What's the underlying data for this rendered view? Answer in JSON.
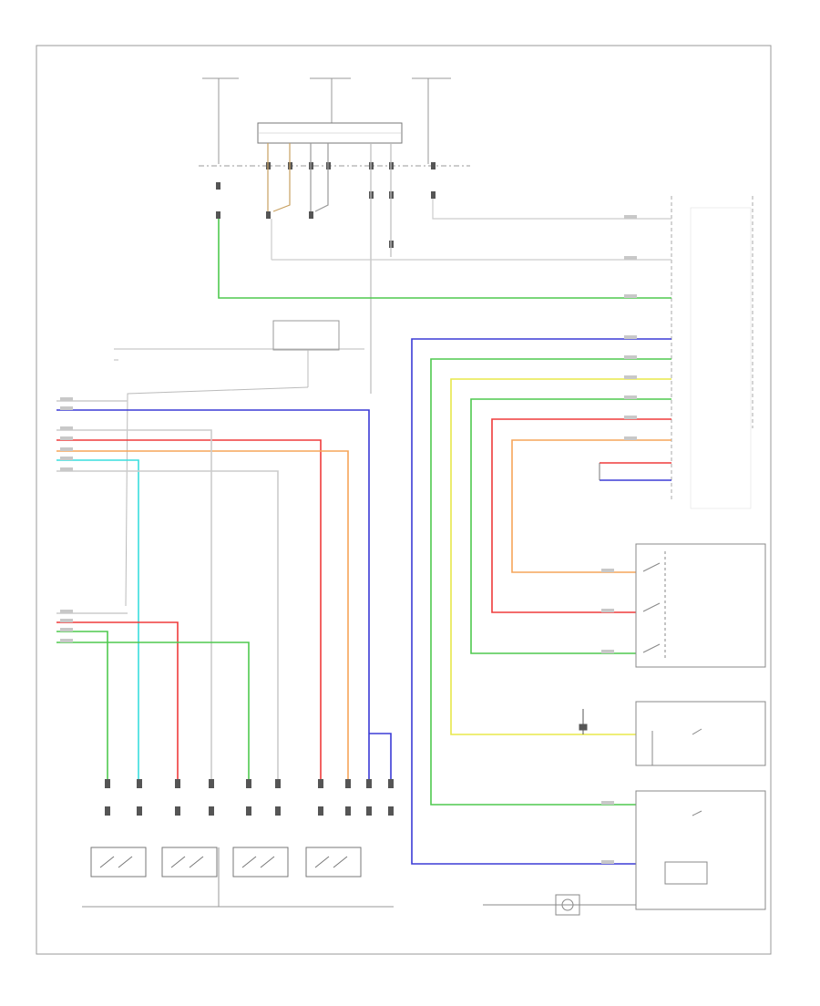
{
  "diagram": {
    "corner_code": "",
    "wire_colors": {
      "green": "#4fc94f",
      "blue": "#3b3bd6",
      "red": "#ef3b3b",
      "orange": "#f6a55a",
      "yellow": "#e8e84a",
      "cyan": "#39dede",
      "brown": "#c8a060",
      "gray": "#cccccc",
      "frame": "#9a9a9a"
    },
    "components": [
      {
        "id": "fuse-box",
        "icon": "rectangle"
      },
      {
        "id": "ecu",
        "icon": "connector-block"
      },
      {
        "id": "mode-switch-assembly",
        "icon": "switch-group"
      },
      {
        "id": "master-switch",
        "icon": "switch-group"
      },
      {
        "id": "cruise-switches",
        "icon": "switch-group"
      },
      {
        "id": "clock-spring",
        "icon": "coil"
      }
    ]
  }
}
